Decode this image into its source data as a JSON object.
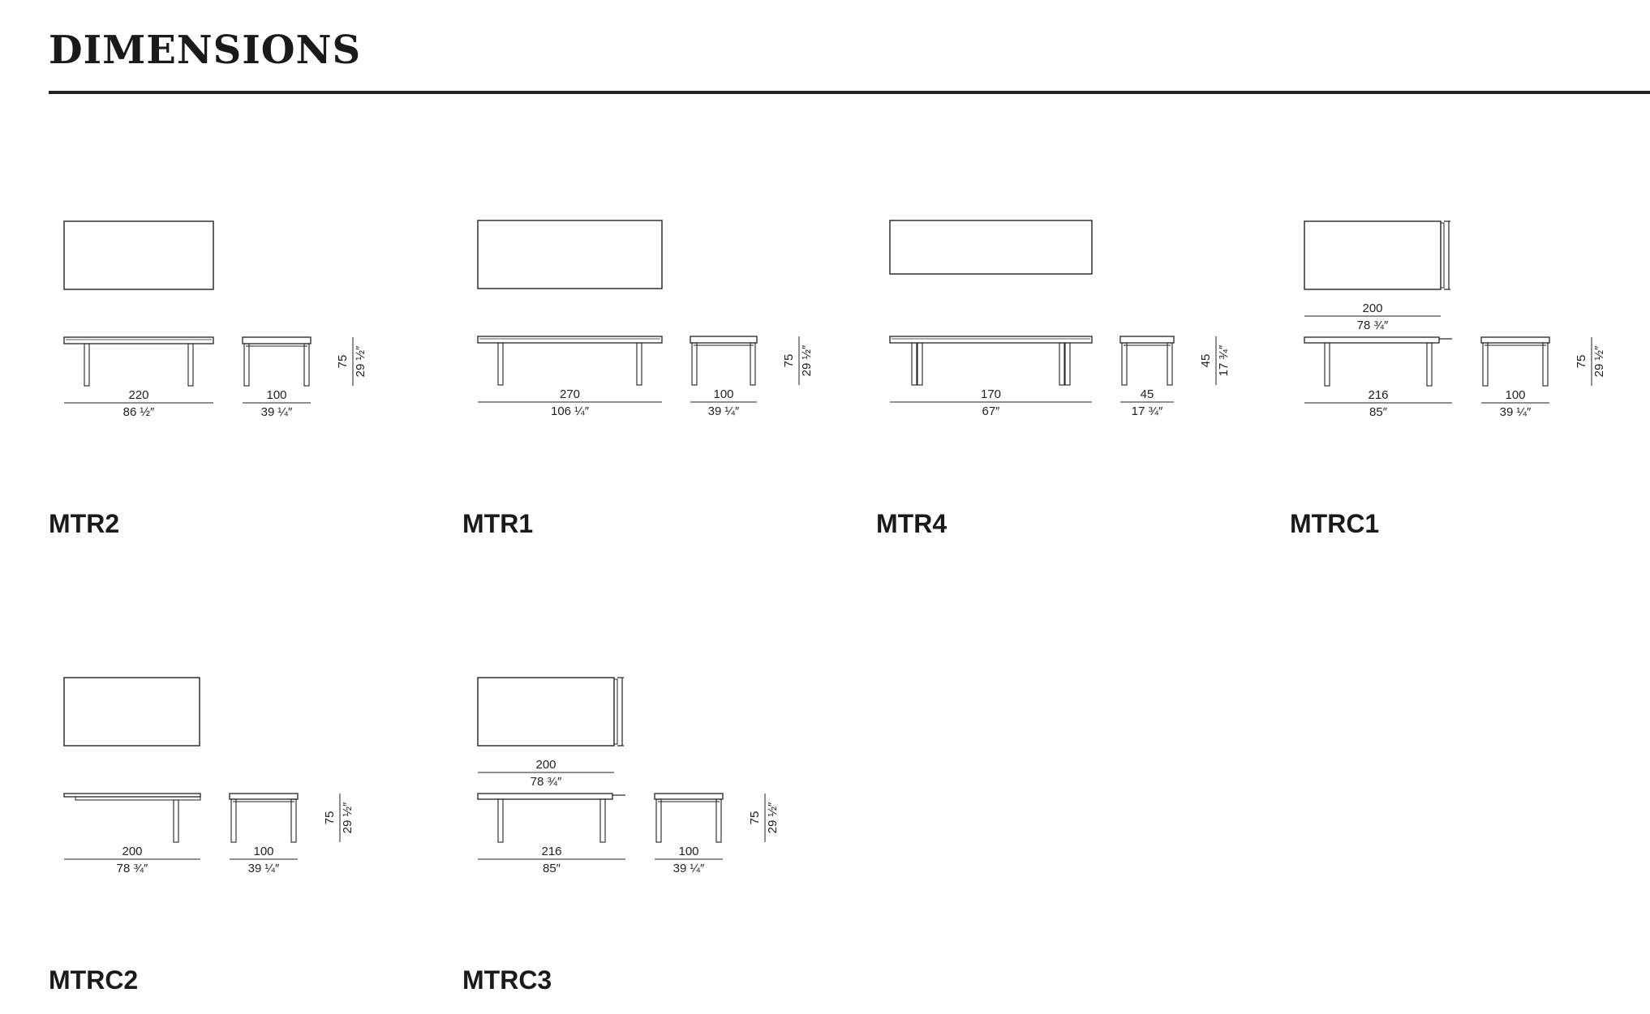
{
  "header": {
    "title": "DIMENSIONS"
  },
  "models": [
    {
      "code": "MTR2",
      "width_cm": "220",
      "width_in": "86 ½″",
      "depth_cm": "100",
      "depth_in": "39 ¼″",
      "height_cm": "75",
      "height_in": "29 ½″"
    },
    {
      "code": "MTR1",
      "width_cm": "270",
      "width_in": "106 ¼″",
      "depth_cm": "100",
      "depth_in": "39 ¼″",
      "height_cm": "75",
      "height_in": "29 ½″"
    },
    {
      "code": "MTR4",
      "width_cm": "170",
      "width_in": "67″",
      "depth_cm": "45",
      "depth_in": "17 ¾″",
      "height_cm": "45",
      "height_in": "17 ¾″"
    },
    {
      "code": "MTRC1",
      "closed_cm": "200",
      "closed_in": "78 ¾″",
      "width_cm": "216",
      "width_in": "85″",
      "depth_cm": "100",
      "depth_in": "39 ¼″",
      "height_cm": "75",
      "height_in": "29 ½″"
    },
    {
      "code": "MTRC2",
      "width_cm": "200",
      "width_in": "78 ¾″",
      "depth_cm": "100",
      "depth_in": "39 ¼″",
      "height_cm": "75",
      "height_in": "29 ½″"
    },
    {
      "code": "MTRC3",
      "closed_cm": "200",
      "closed_in": "78 ¾″",
      "width_cm": "216",
      "width_in": "85″",
      "depth_cm": "100",
      "depth_in": "39 ¼″",
      "height_cm": "75",
      "height_in": "29 ½″"
    }
  ]
}
